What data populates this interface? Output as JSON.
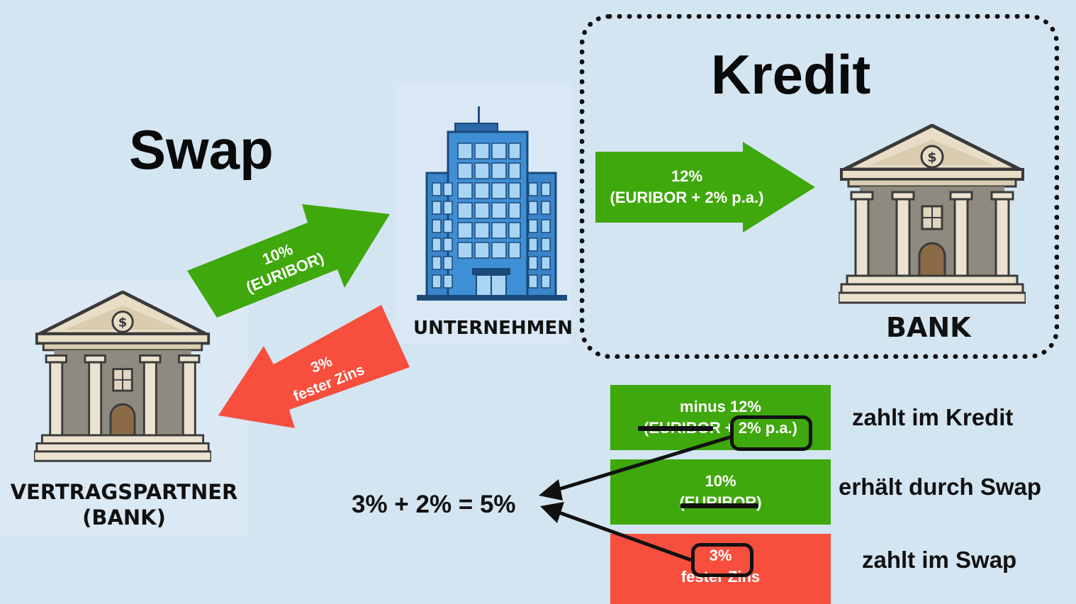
{
  "titles": {
    "swap": "Swap",
    "kredit": "Kredit"
  },
  "entities": {
    "company": "UNTERNEHMEN",
    "bank": "BANK",
    "counterparty_line1": "VERTRAGSPARTNER",
    "counterparty_line2": "(BANK)"
  },
  "arrows": {
    "euribor_to_company": {
      "line1": "10%",
      "line2": "(EURIBOR)"
    },
    "fixed_to_partner": {
      "line1": "3%",
      "line2": "fester Zins"
    },
    "credit_to_bank": {
      "line1": "12%",
      "line2": "(EURIBOR + 2% p.a.)"
    }
  },
  "breakdown": [
    {
      "line1": "minus 12%",
      "line2": "(EURIBOR + 2% p.a.)",
      "label": "zahlt im Kredit",
      "color": "#3fa80c"
    },
    {
      "line1": "10%",
      "line2": "(EURIBOR)",
      "label": "erhält durch Swap",
      "color": "#3fa80c"
    },
    {
      "line1": "3%",
      "line2": "fester Zins",
      "label": "zahlt im Swap",
      "color": "#f74e3e"
    }
  ],
  "result": "3% + 2% = 5%",
  "icons": [
    "office-building-icon",
    "bank-building-icon",
    "dollar-icon"
  ],
  "colors": {
    "green": "#3fa80c",
    "red": "#f74e3e",
    "background": "#d4e5f2"
  }
}
